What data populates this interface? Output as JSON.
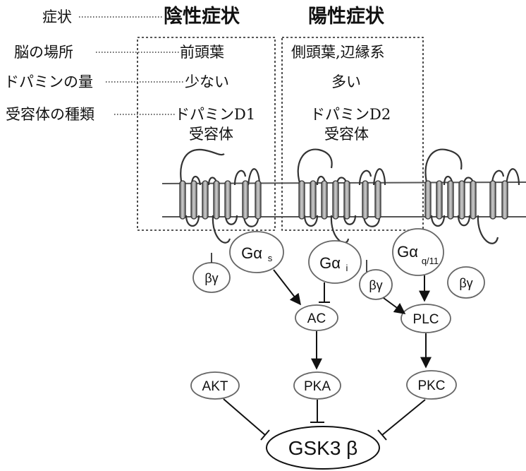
{
  "row_labels": {
    "symptom": "症状",
    "brain_region": "脳の場所",
    "dopamine_amount": "ドパミンの量",
    "receptor_type": "受容体の種類"
  },
  "negative": {
    "header": "陰性症状",
    "region": "前頭葉",
    "amount": "少ない",
    "receptor_line1": "ドパミンD1",
    "receptor_line2": "受容体"
  },
  "positive": {
    "header": "陽性症状",
    "region": "側頭葉,辺縁系",
    "amount": "多い",
    "receptor_line1": "ドパミンD2",
    "receptor_line2": "受容体"
  },
  "pathway": {
    "g_alpha": "Gα",
    "g_alpha_s_sub": "s",
    "g_alpha_i_sub": "i",
    "g_alpha_q_sub": "q/11",
    "beta_gamma": "βγ",
    "ac": "AC",
    "plc": "PLC",
    "akt": "AKT",
    "pka": "PKA",
    "pkc": "PKC",
    "gsk3b": "GSK3 β"
  }
}
